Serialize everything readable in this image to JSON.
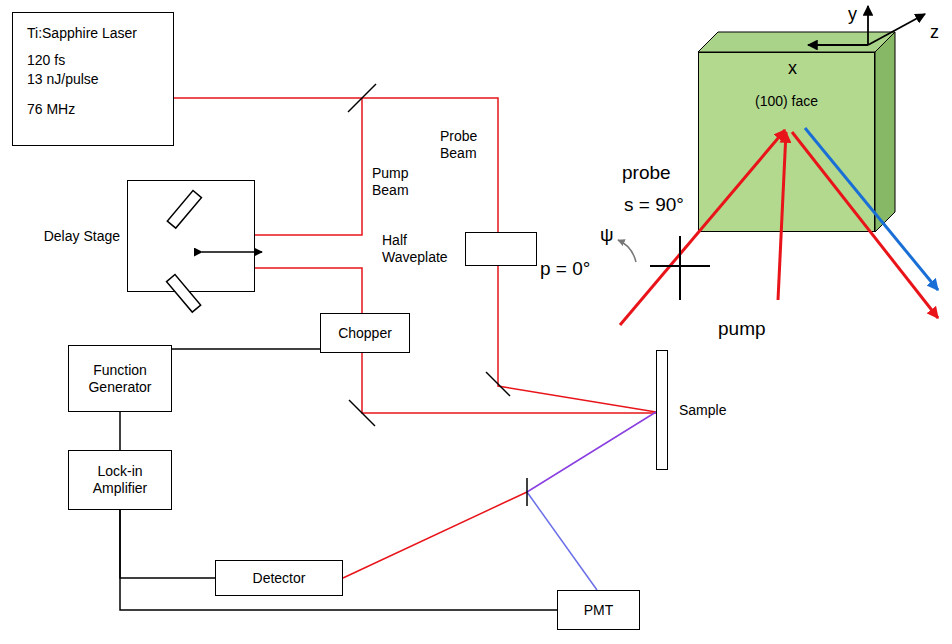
{
  "diagram": {
    "nodes": [
      {
        "text": [
          "Ti:Sapphire Laser",
          "120 fs",
          "13 nJ/pulse",
          "76 MHz"
        ]
      },
      {
        "text": [
          "Delay Stage"
        ]
      },
      {
        "text": [
          "Half Waveplate"
        ]
      },
      {
        "text": [
          "Chopper"
        ]
      },
      {
        "text": [
          "Function Generator"
        ]
      },
      {
        "text": [
          "Lock-in Amplifier"
        ]
      },
      {
        "text": [
          "Detector"
        ]
      },
      {
        "text": [
          "PMT"
        ]
      },
      {
        "text": [
          "Sample"
        ]
      },
      {
        "text": [
          "(100) face"
        ]
      }
    ],
    "edges": [
      {
        "from": 3,
        "to": 4,
        "arrow": "none"
      },
      {
        "from": 4,
        "to": 5,
        "arrow": "none"
      },
      {
        "from": 5,
        "to": 6,
        "arrow": "none"
      },
      {
        "from": 5,
        "to": 7,
        "arrow": "none"
      }
    ],
    "labels": [
      "Pump Beam",
      "Probe Beam",
      "x",
      "y",
      "z",
      "probe",
      "s = 90°",
      "ψ",
      "p = 0°",
      "pump"
    ]
  }
}
